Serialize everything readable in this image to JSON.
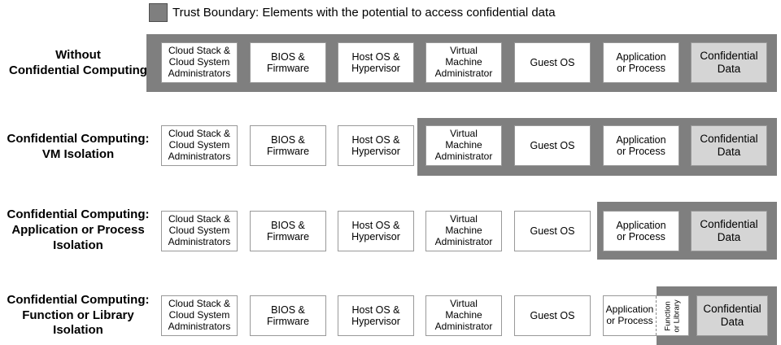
{
  "legend": {
    "label": "Trust Boundary: Elements with the potential to access confidential data"
  },
  "colors": {
    "trust_boundary": "#7f7f7f",
    "band_swatch_border": "#4d4d4d",
    "box_fill": "#ffffff",
    "confidential_fill": "#d5d5d5",
    "box_border": "#999999",
    "text": "#000000"
  },
  "columns": [
    "Cloud Stack & Cloud System Administrators",
    "BIOS & Firmware",
    "Host OS & Hypervisor",
    "Virtual Machine Administrator",
    "Guest OS",
    "Application or Process",
    "Confidential Data"
  ],
  "rows": [
    {
      "label": "Without\nConfidential Computing",
      "trust_boundary_from": "Cloud Stack & Cloud System Administrators",
      "boxes": [
        "Cloud Stack &\nCloud System\nAdministrators",
        "BIOS &\nFirmware",
        "Host OS &\nHypervisor",
        "Virtual\nMachine\nAdministrator",
        "Guest OS",
        "Application\nor Process",
        "Confidential\nData"
      ]
    },
    {
      "label": "Confidential Computing:\nVM Isolation",
      "trust_boundary_from": "Virtual Machine Administrator",
      "boxes": [
        "Cloud Stack &\nCloud System\nAdministrators",
        "BIOS &\nFirmware",
        "Host OS &\nHypervisor",
        "Virtual\nMachine\nAdministrator",
        "Guest OS",
        "Application\nor Process",
        "Confidential\nData"
      ]
    },
    {
      "label": "Confidential Computing:\nApplication or Process\nIsolation",
      "trust_boundary_from": "Application or Process",
      "boxes": [
        "Cloud Stack &\nCloud System\nAdministrators",
        "BIOS &\nFirmware",
        "Host OS &\nHypervisor",
        "Virtual\nMachine\nAdministrator",
        "Guest OS",
        "Application\nor Process",
        "Confidential\nData"
      ]
    },
    {
      "label": "Confidential Computing:\nFunction or Library\nIsolation",
      "trust_boundary_from": "Function or Library",
      "boxes": [
        "Cloud Stack &\nCloud System\nAdministrators",
        "BIOS &\nFirmware",
        "Host OS &\nHypervisor",
        "Virtual\nMachine\nAdministrator",
        "Guest OS",
        "Application\nor Process",
        "Confidential\nData"
      ],
      "split_box": {
        "left_label": "Application\nor Process",
        "right_label": "Function\nor Library"
      }
    }
  ]
}
